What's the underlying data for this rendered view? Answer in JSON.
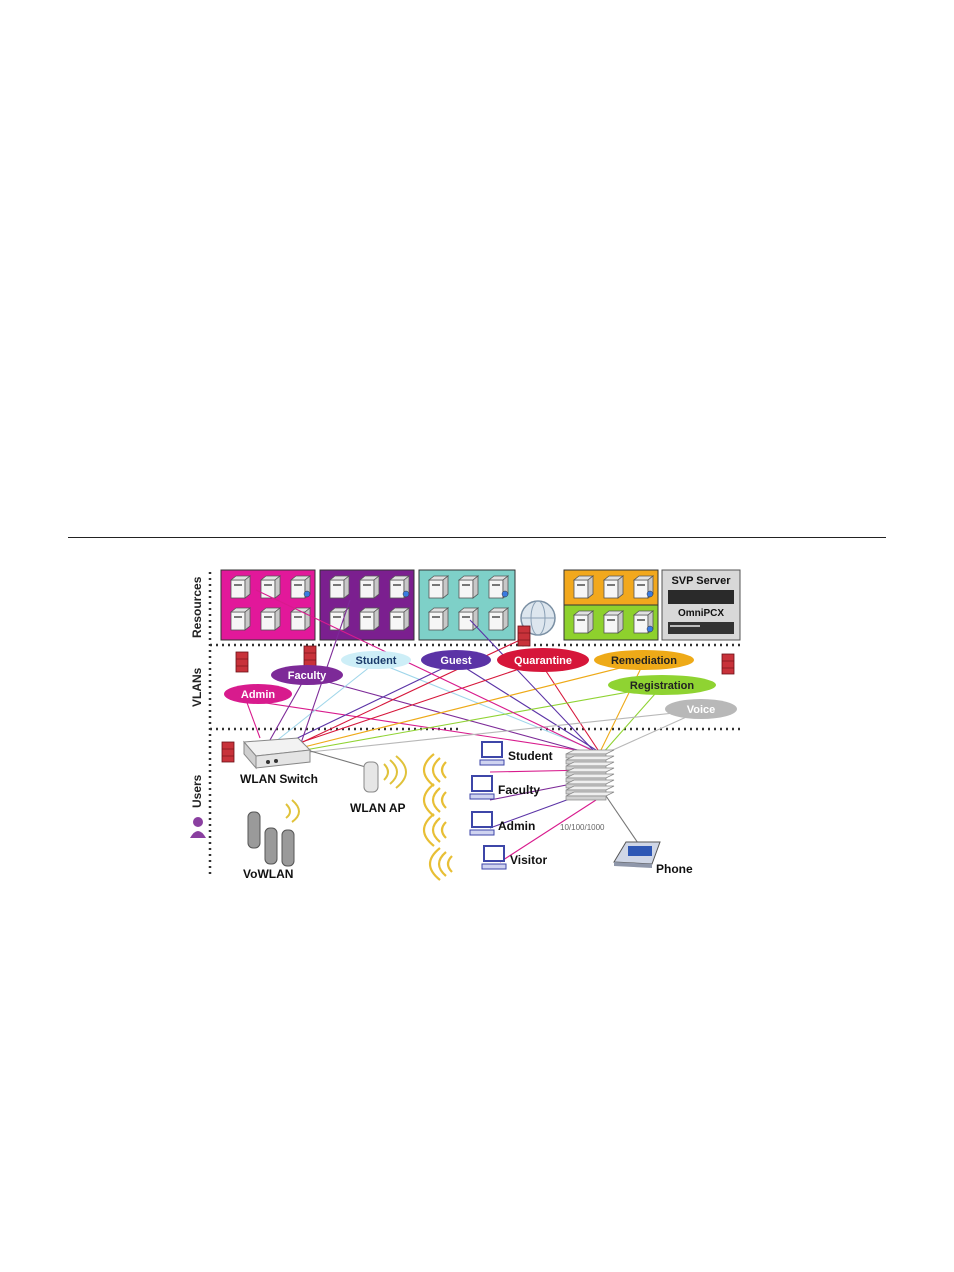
{
  "rows": {
    "resources": "Resources",
    "vlans": "VLANs",
    "users": "Users"
  },
  "resource_panels": [
    {
      "name": "admin",
      "color": "#e2189a"
    },
    {
      "name": "faculty",
      "color": "#7b1f8f"
    },
    {
      "name": "guest",
      "color": "#7ed0c8"
    },
    {
      "name": "remediation",
      "color": "#f2a81d"
    },
    {
      "name": "registration",
      "color": "#8ed12d"
    }
  ],
  "voice_panel": {
    "title": "SVP Server",
    "device": "OmniPCX"
  },
  "vlans": [
    {
      "label": "Admin",
      "color": "#d81b8d",
      "text": "#ffffff"
    },
    {
      "label": "Faculty",
      "color": "#7d2a98",
      "text": "#ffffff"
    },
    {
      "label": "Student",
      "color": "#cdeef7",
      "text": "#1a3a6a"
    },
    {
      "label": "Guest",
      "color": "#5b33a6",
      "text": "#ffffff"
    },
    {
      "label": "Quarantine",
      "color": "#d6163a",
      "text": "#ffffff"
    },
    {
      "label": "Remediation",
      "color": "#eeaa18",
      "text": "#222222"
    },
    {
      "label": "Registration",
      "color": "#8fd332",
      "text": "#222222"
    },
    {
      "label": "Voice",
      "color": "#b8b8b8",
      "text": "#ffffff"
    }
  ],
  "devices": {
    "wlan_switch": "WLAN Switch",
    "wlan_ap": "WLAN AP",
    "vowlan": "VoWLAN",
    "switch_speed": "10/100/1000",
    "phone": "Phone"
  },
  "wired_users": [
    "Student",
    "Faculty",
    "Admin",
    "Visitor"
  ],
  "icons": [
    "server-icon",
    "globe-icon",
    "firewall-icon",
    "monitor-icon",
    "handset-icon",
    "access-point-icon",
    "switch-stack-icon",
    "ip-phone-icon",
    "user-icon",
    "wifi-waves-icon"
  ]
}
